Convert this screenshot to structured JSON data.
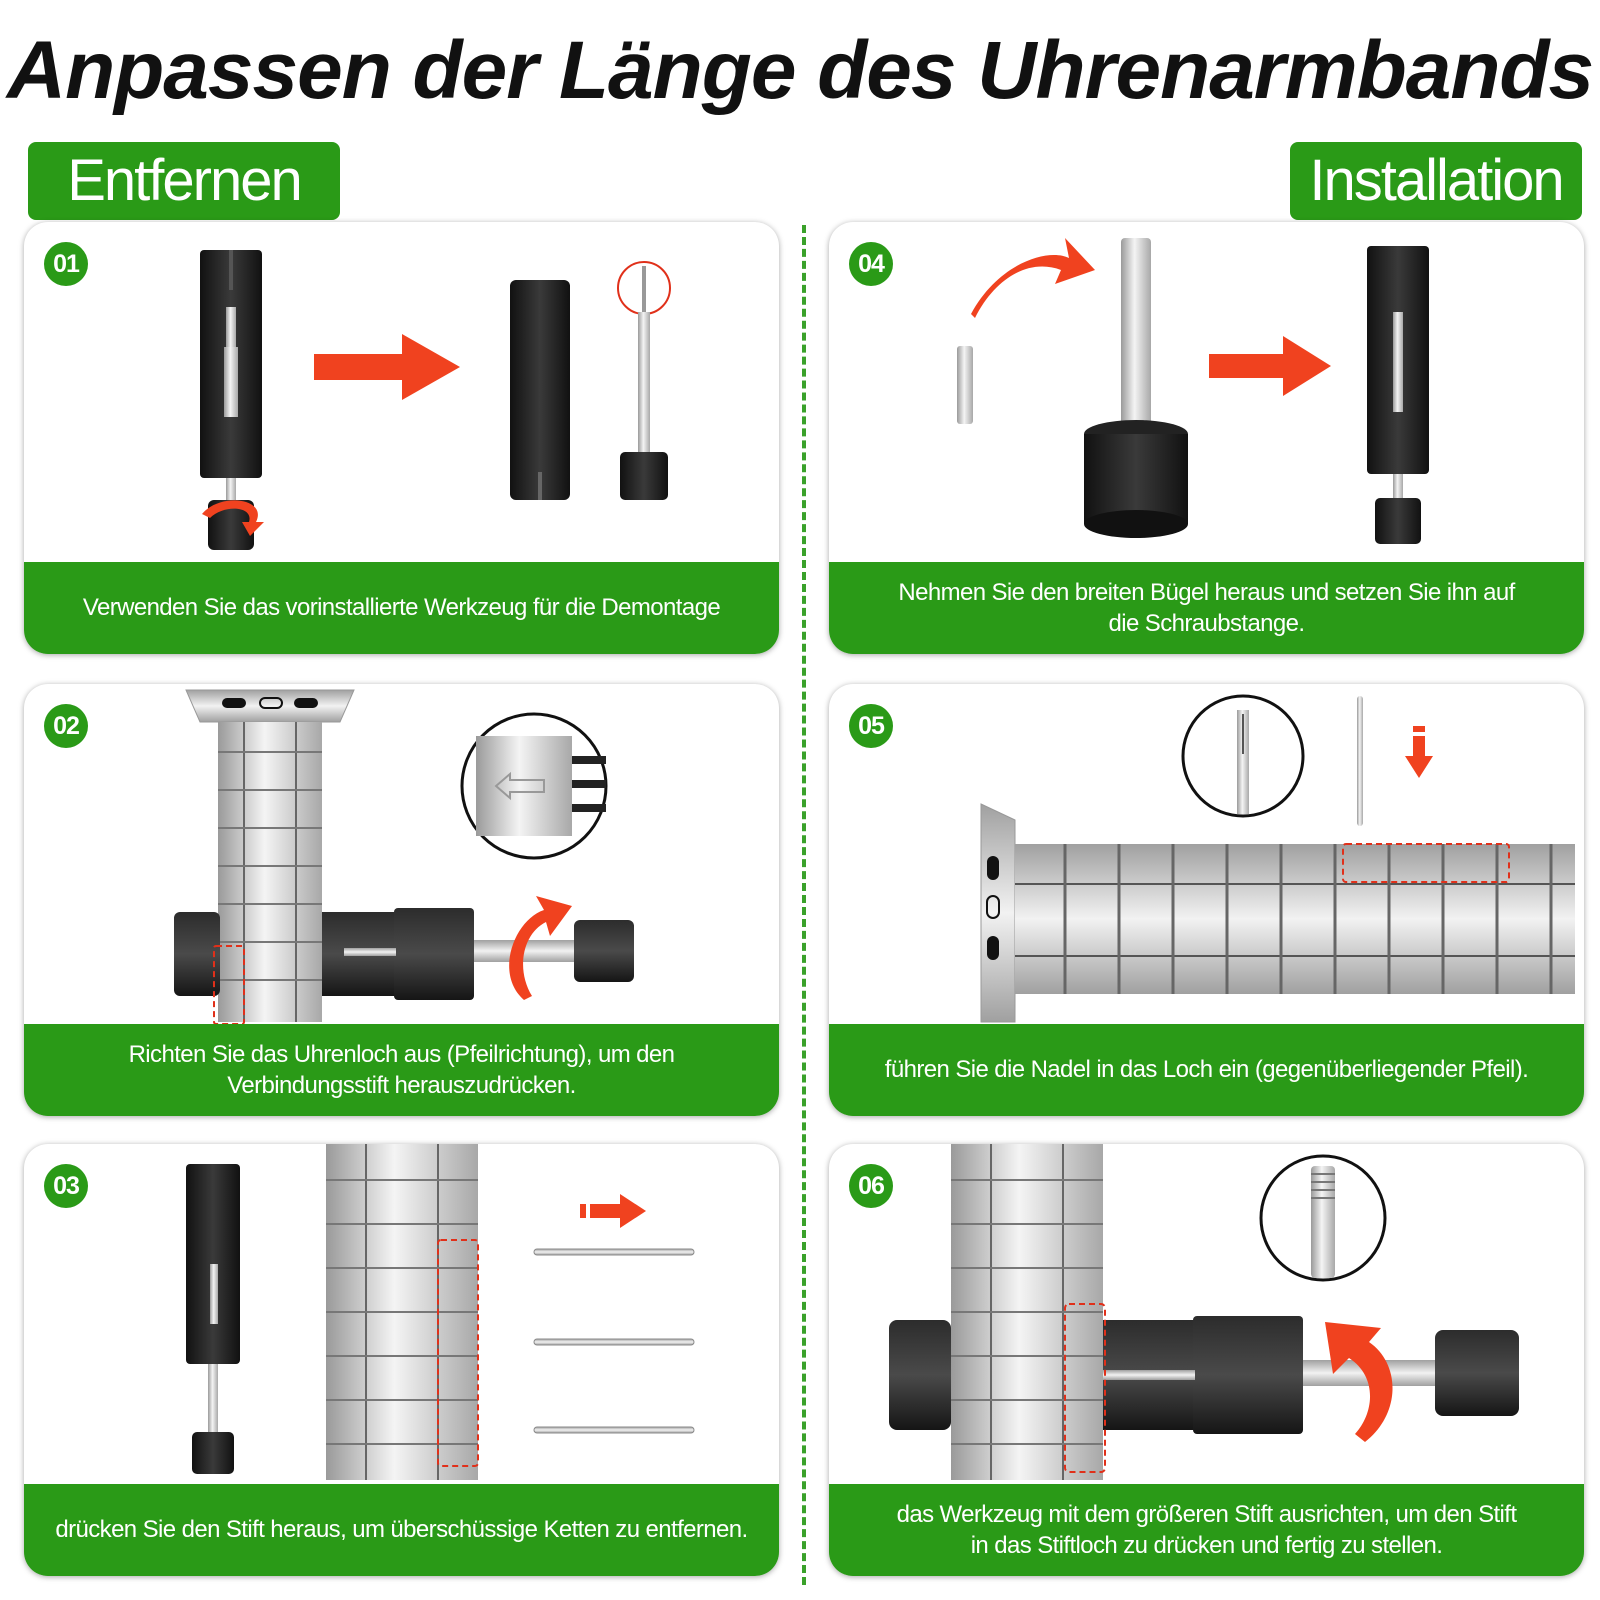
{
  "title": "Anpassen der Länge des Uhrenarmbands",
  "sections": {
    "remove_label": "Entfernen",
    "install_label": "Installation"
  },
  "steps": [
    {
      "number": "01",
      "caption": "Verwenden Sie das vorinstallierte Werkzeug für die Demontage"
    },
    {
      "number": "02",
      "caption": "Richten Sie das Uhrenloch aus (Pfeilrichtung), um den Verbindungsstift herauszudrücken."
    },
    {
      "number": "03",
      "caption": "drücken Sie den Stift heraus, um überschüssige Ketten zu entfernen."
    },
    {
      "number": "04",
      "caption": "Nehmen Sie den breiten Bügel heraus und setzen Sie ihn auf die Schraubstange."
    },
    {
      "number": "05",
      "caption": "führen Sie die Nadel in das Loch ein (gegenüberliegender Pfeil)."
    },
    {
      "number": "06",
      "caption": "das Werkzeug mit dem größeren Stift ausrichten, um den Stift in das Stiftloch zu drücken und fertig zu stellen."
    }
  ],
  "colors": {
    "brand_green": "#2a9a17",
    "arrow_red": "#f0421f",
    "tool_black": "#1b1b1b"
  }
}
